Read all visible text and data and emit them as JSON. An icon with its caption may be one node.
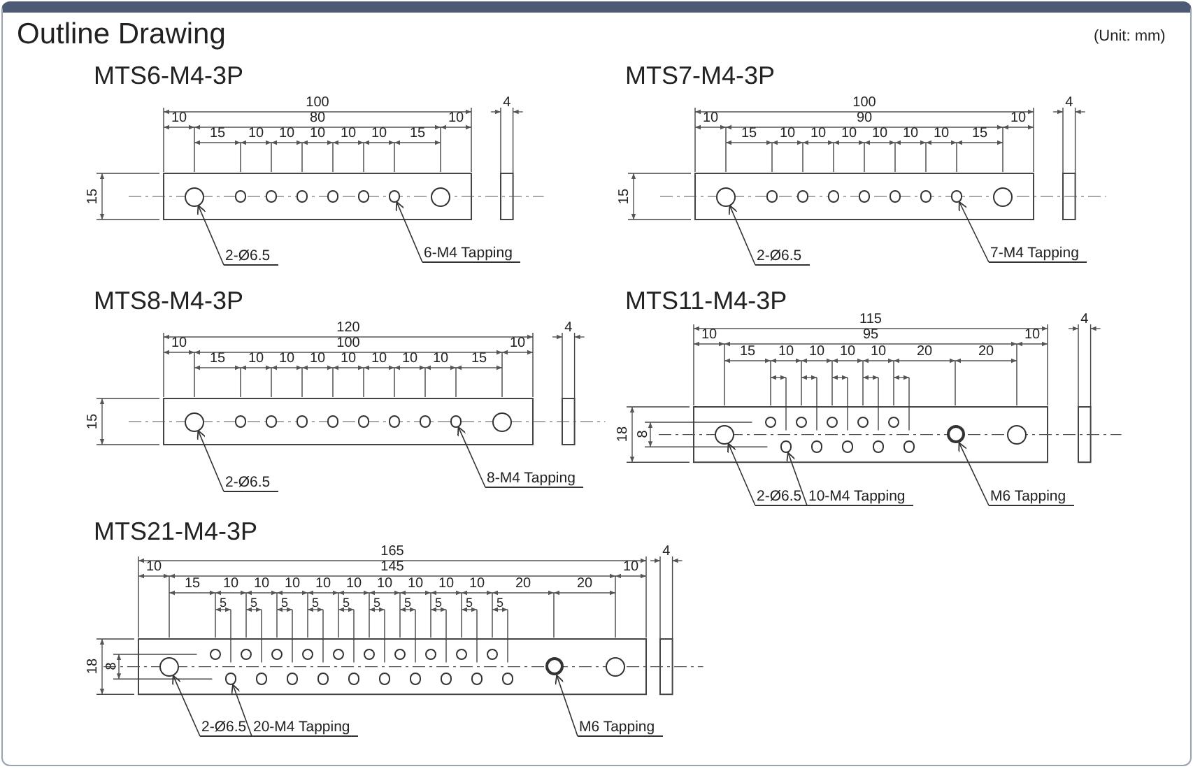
{
  "diagram": {
    "title": "Outline Drawing",
    "nodes": [
      {
        "text": [
          "2-Ø6.5"
        ]
      },
      {
        "text": [],
        "shape": "circle"
      },
      {
        "text": [
          "6-M4 Tapping"
        ]
      },
      {
        "text": [],
        "shape": "circle"
      },
      {
        "text": [
          "2-Ø6.5"
        ]
      },
      {
        "text": [],
        "shape": "circle"
      },
      {
        "text": [
          "7-M4 Tapping"
        ]
      },
      {
        "text": [],
        "shape": "circle"
      },
      {
        "text": [
          "2-Ø6.5"
        ]
      },
      {
        "text": [],
        "shape": "circle"
      },
      {
        "text": [
          "8-M4 Tapping"
        ]
      },
      {
        "text": [],
        "shape": "circle"
      },
      {
        "text": [
          "2-Ø6.5"
        ]
      },
      {
        "text": [],
        "shape": "circle"
      },
      {
        "text": [
          "10-M4 Tapping"
        ]
      },
      {
        "text": [],
        "shape": "circle"
      },
      {
        "text": [
          "M6 Tapping"
        ]
      },
      {
        "text": [],
        "shape": "circle"
      },
      {
        "text": [
          "2-Ø6.5"
        ]
      },
      {
        "text": [],
        "shape": "circle"
      },
      {
        "text": [
          "20-M4 Tapping"
        ]
      },
      {
        "text": [],
        "shape": "circle"
      },
      {
        "text": [
          "M6 Tapping"
        ]
      },
      {
        "text": [],
        "shape": "circle"
      },
      {
        "text": [],
        "shape": "circle"
      },
      {
        "text": [],
        "shape": "circle"
      },
      {
        "text": [],
        "shape": "circle"
      },
      {
        "text": [],
        "shape": "circle"
      },
      {
        "text": [],
        "shape": "circle"
      }
    ],
    "edges": [
      {
        "from": 0,
        "to": 1,
        "arrow": "to"
      },
      {
        "from": 2,
        "to": 3,
        "arrow": "to"
      },
      {
        "from": 4,
        "to": 5,
        "arrow": "to"
      },
      {
        "from": 6,
        "to": 7,
        "arrow": "to"
      },
      {
        "from": 8,
        "to": 9,
        "arrow": "to"
      },
      {
        "from": 10,
        "to": 11,
        "arrow": "to"
      },
      {
        "from": 12,
        "to": 13,
        "arrow": "to"
      },
      {
        "from": 14,
        "to": 15,
        "arrow": "to"
      },
      {
        "from": 16,
        "to": 17,
        "arrow": "to"
      },
      {
        "from": 18,
        "to": 19,
        "arrow": "to"
      },
      {
        "from": 20,
        "to": 21,
        "arrow": "to"
      },
      {
        "from": 22,
        "to": 23,
        "arrow": "to"
      }
    ],
    "labels": [
      "(Unit: mm)",
      "MTS6-M4-3P",
      "100",
      "4",
      "10",
      "80",
      "10",
      "15",
      "10",
      "10",
      "10",
      "10",
      "10",
      "15",
      "15",
      "MTS7-M4-3P",
      "100",
      "4",
      "10",
      "90",
      "10",
      "15",
      "10",
      "10",
      "10",
      "10",
      "10",
      "10",
      "15",
      "15",
      "MTS8-M4-3P",
      "120",
      "4",
      "10",
      "100",
      "10",
      "15",
      "10",
      "10",
      "10",
      "10",
      "10",
      "10",
      "10",
      "15",
      "15",
      "MTS11-M4-3P",
      "115",
      "4",
      "10",
      "95",
      "10",
      "15",
      "10",
      "10",
      "10",
      "10",
      "20",
      "20",
      "18",
      "8",
      "MTS21-M4-3P",
      "165",
      "4",
      "10",
      "145",
      "10",
      "15",
      "10",
      "10",
      "10",
      "10",
      "10",
      "10",
      "10",
      "10",
      "10",
      "20",
      "20",
      "5",
      "5",
      "5",
      "5",
      "5",
      "5",
      "5",
      "5",
      "5",
      "5",
      "18",
      "8"
    ]
  }
}
